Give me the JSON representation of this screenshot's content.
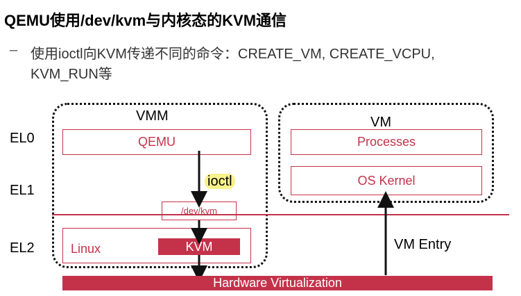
{
  "title": "QEMU使用/dev/kvm与内核态的KVM通信",
  "bullet": {
    "dash": "–",
    "line1": "使用ioctl向KVM传递不同的命令：CREATE_VM, CREATE_VCPU,",
    "line2": "KVM_RUN等"
  },
  "levels": {
    "el0": "EL0",
    "el1": "EL1",
    "el2": "EL2"
  },
  "vmm": {
    "label": "VMM",
    "qemu": "QEMU",
    "ioctl": "ioctl",
    "devkvm": "/dev/kvm",
    "linux": "Linux",
    "kvm": "KVM"
  },
  "vm": {
    "label": "VM",
    "processes": "Processes",
    "os_kernel": "OS Kernel",
    "entry": "VM Entry"
  },
  "hardware": "Hardware Virtualization",
  "colors": {
    "accent": "#c4324a",
    "highlight": "#f7f28a"
  }
}
